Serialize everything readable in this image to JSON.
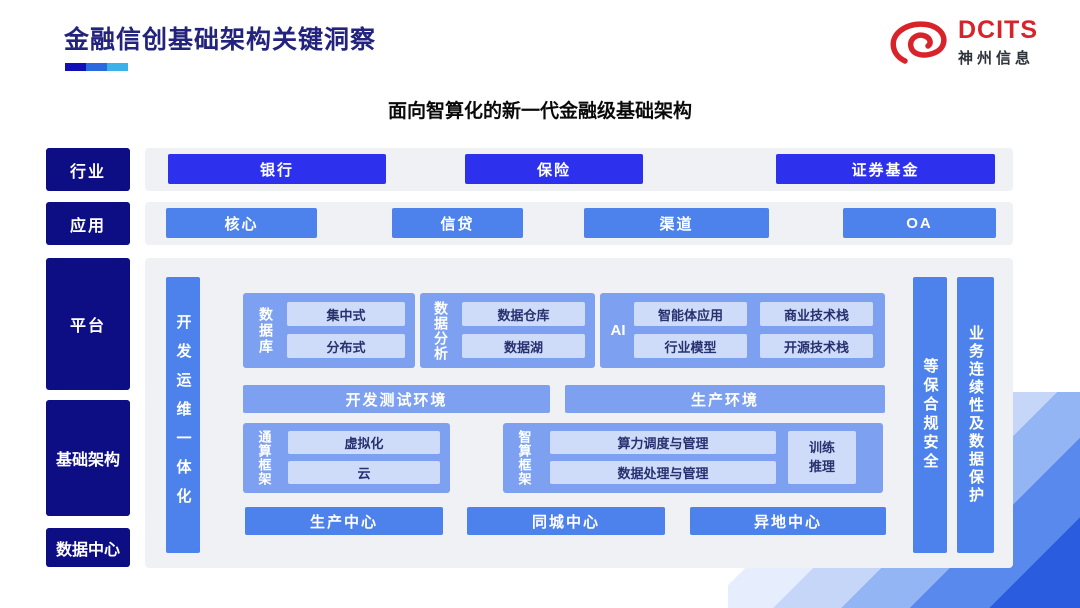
{
  "header": {
    "title": "金融信创基础架构关键洞察",
    "subtitle": "面向智算化的新一代金融级基础架构"
  },
  "logo": {
    "brand": "DCITS",
    "company": "神州信息"
  },
  "industry": {
    "label": "行业",
    "items": [
      "银行",
      "保险",
      "证券基金"
    ]
  },
  "application": {
    "label": "应用",
    "items": [
      "核心",
      "信贷",
      "渠道",
      "OA"
    ]
  },
  "side": {
    "platform": "平台",
    "infrastructure": "基础架构",
    "datacenter": "数据中心"
  },
  "platform": {
    "devops_bar": "开发运维一体化",
    "security_bar": "等保合规安全",
    "continuity_bar": "业务连续性及数据保护",
    "database": {
      "label": "数据库",
      "items": [
        "集中式",
        "分布式"
      ]
    },
    "analytics": {
      "label": "数据分析",
      "items": [
        "数据仓库",
        "数据湖"
      ]
    },
    "ai": {
      "label": "AI",
      "items": [
        "智能体应用",
        "商业技术栈",
        "行业模型",
        "开源技术栈"
      ]
    },
    "environments": [
      "开发测试环境",
      "生产环境"
    ],
    "general_framework": {
      "label": "通算框架",
      "items": [
        "虚拟化",
        "云"
      ]
    },
    "intelligent_framework": {
      "label": "智算框架",
      "items": [
        "算力调度与管理",
        "数据处理与管理"
      ],
      "side_item": "训练推理"
    },
    "centers": [
      "生产中心",
      "同城中心",
      "异地中心"
    ]
  },
  "colors": {
    "navy_label": "#0d0d84",
    "industry_button": "#2d31ee",
    "app_button": "#4d82ec",
    "group_bg": "#7da1f0",
    "inner_box_bg": "#cfdcf9",
    "panel_bg": "#f0f1f4",
    "title_text": "#23237d",
    "logo_red": "#d8232a",
    "underline_segments": [
      "#1010b4",
      "#2a6ade",
      "#3ab2e9"
    ]
  }
}
